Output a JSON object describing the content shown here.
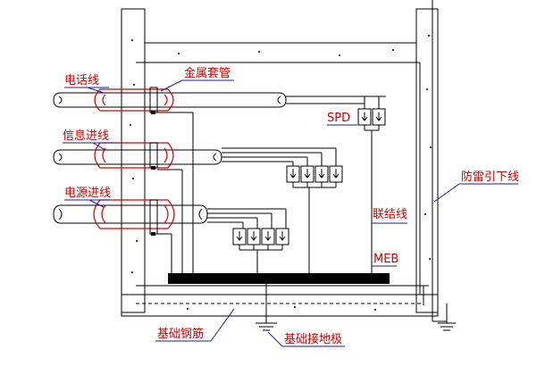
{
  "labels": {
    "phone_line": "电话线",
    "info_line": "信息进线",
    "power_line": "电源进线",
    "metal_sleeve": "金属套管",
    "spd": "SPD",
    "bonding_wire": "联结线",
    "lightning_downconductor": "防雷引下线",
    "meb": "MEB",
    "foundation_rebar": "基础钢筋",
    "foundation_earth_electrode": "基础接地极"
  },
  "colors": {
    "label_text": "#d00000",
    "label_leader": "#1a1aa0",
    "sleeve": "#d00000",
    "line": "#000000"
  }
}
